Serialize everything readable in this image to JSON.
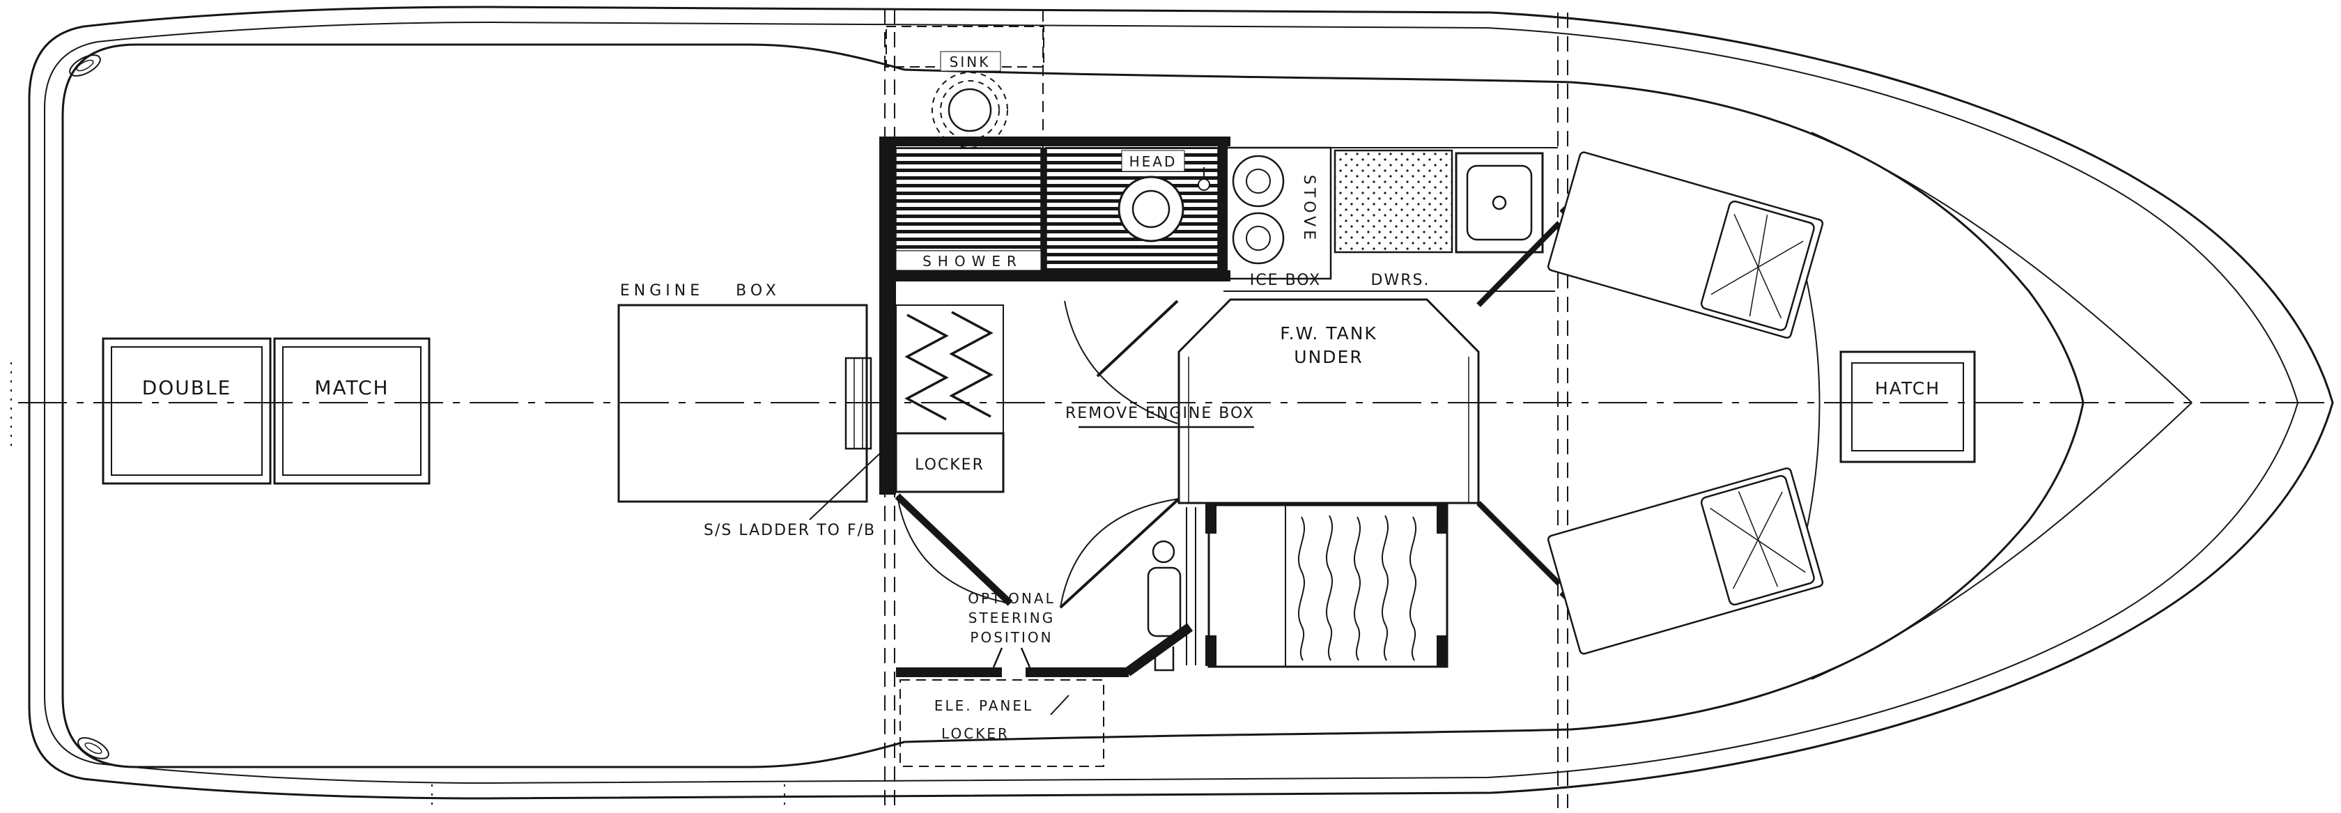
{
  "colors": {
    "ink": "#161616",
    "paper": "#ffffff"
  },
  "labels": {
    "cockpit": {
      "double": "DOUBLE",
      "match": "MATCH"
    },
    "engine": {
      "engine": "ENGINE",
      "box": "BOX",
      "remove_engine_box": "REMOVE ENGINE BOX",
      "ladder": "S/S LADDER TO F/B",
      "locker": "LOCKER"
    },
    "galley": {
      "sink": "SINK",
      "head": "HEAD",
      "shower": "SHOWER",
      "stove": "STOVE",
      "ice_box": "ICE BOX",
      "dwrs": "DWRS."
    },
    "salon": {
      "fw_tank": "F.W. TANK",
      "under": "UNDER"
    },
    "helm": {
      "optional": "OPTIONAL",
      "steering": "STEERING",
      "position": "POSITION",
      "ele_panel": "ELE. PANEL",
      "locker": "LOCKER"
    },
    "bow": {
      "hatch": "HATCH"
    }
  }
}
